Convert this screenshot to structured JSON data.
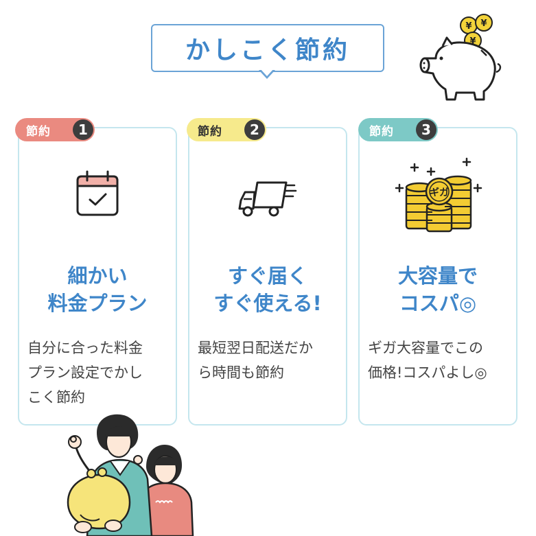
{
  "header": {
    "title": "かしこく節約"
  },
  "colors": {
    "accent_blue": "#3f86c9",
    "card_border": "#c4e6ee",
    "tag1": "#ea8a80",
    "tag2": "#f6ea8c",
    "tag3": "#7dc9c6",
    "number_badge": "#3d3d3d"
  },
  "coin_symbol": "¥",
  "cards": [
    {
      "tag_label": "節約",
      "number": "1",
      "icon": "calendar-check-icon",
      "heading": [
        "細かい",
        "料金プラン"
      ],
      "description": [
        "自分に合った料金",
        "プラン設定でかし",
        "こく節約"
      ]
    },
    {
      "tag_label": "節約",
      "number": "2",
      "icon": "delivery-truck-icon",
      "heading": [
        "すぐ届く",
        "すぐ使える!"
      ],
      "description": [
        "最短翌日配送だか",
        "ら時間も節約"
      ]
    },
    {
      "tag_label": "節約",
      "number": "3",
      "icon": "coin-stacks-icon",
      "icon_label": "ギガ",
      "heading": [
        "大容量で",
        "コスパ◎"
      ],
      "description": [
        "ギガ大容量でこの",
        "価格!コスパよし◎"
      ]
    }
  ]
}
